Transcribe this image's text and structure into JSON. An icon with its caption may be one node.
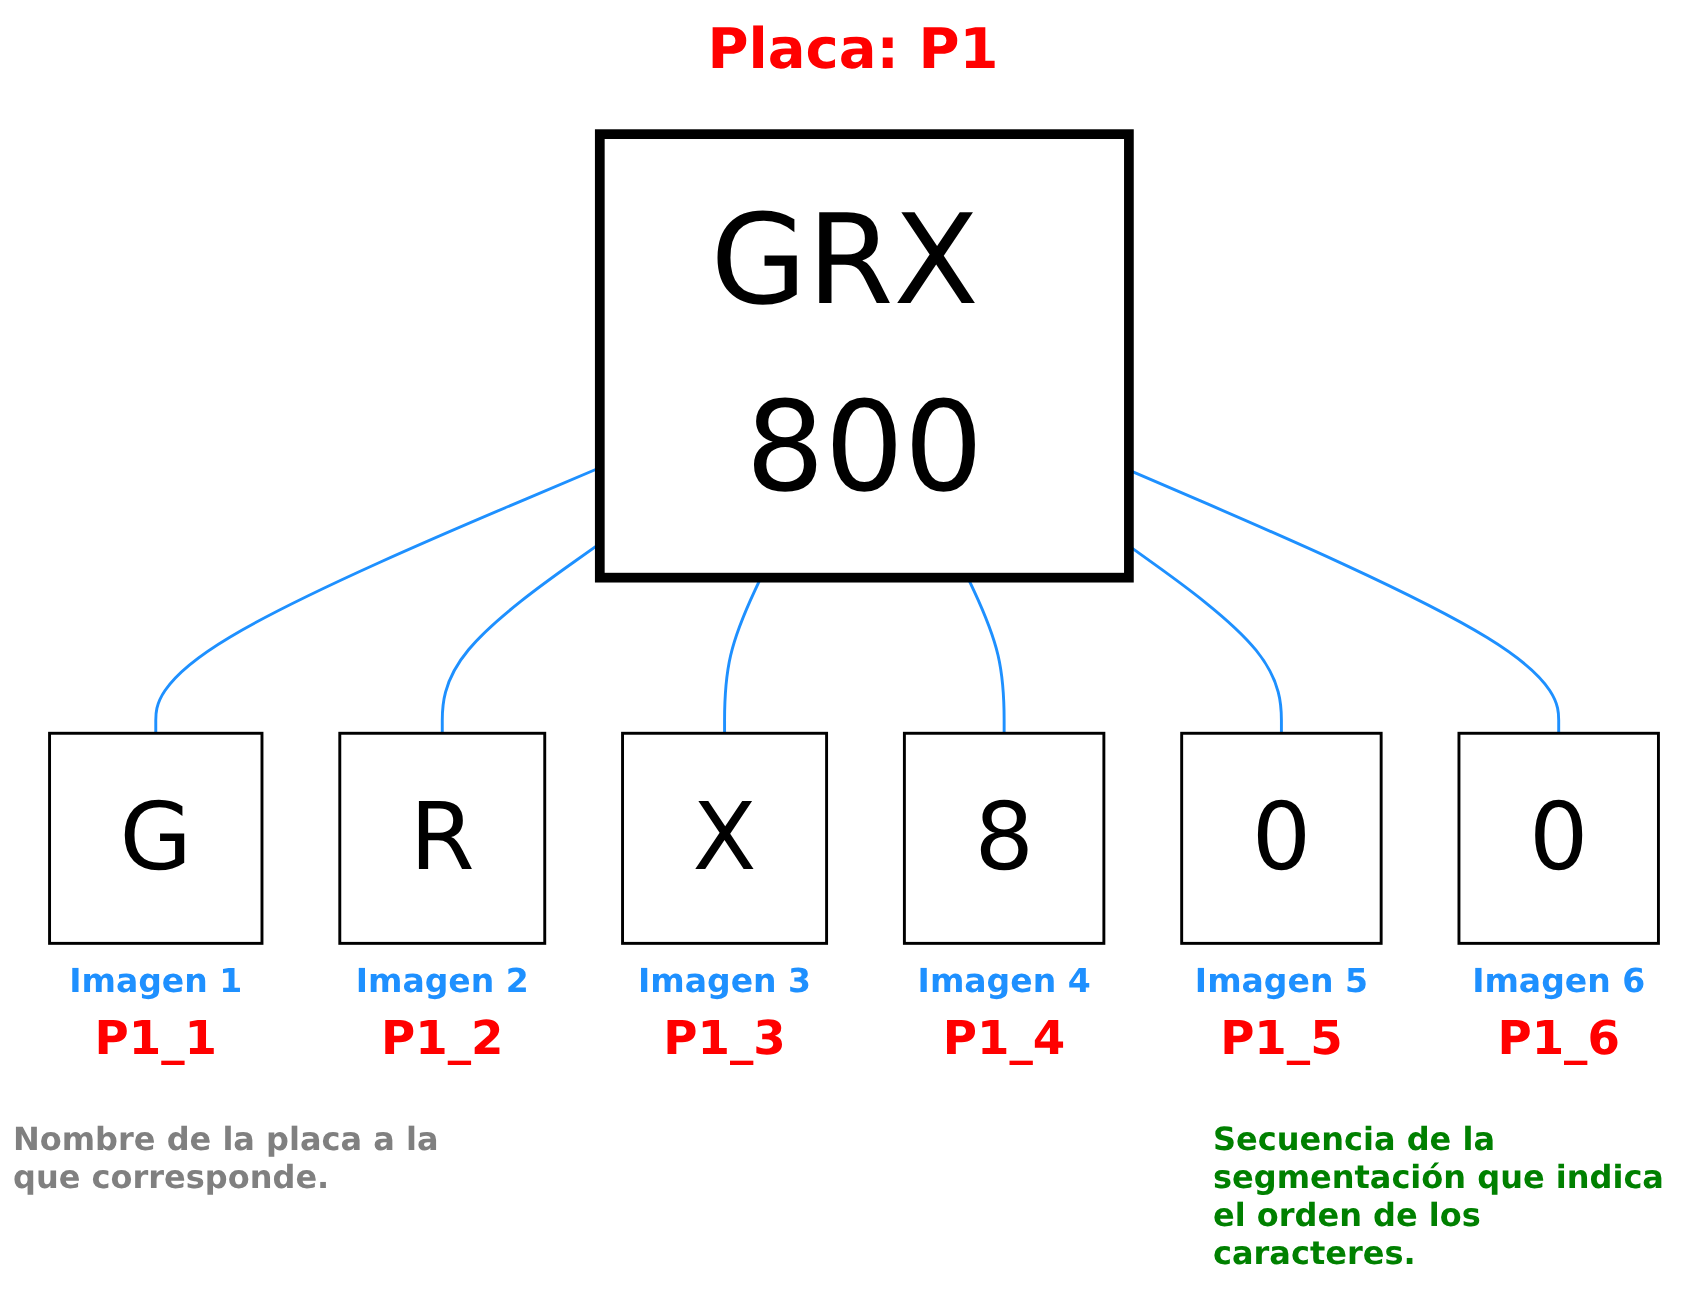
{
  "diagram": {
    "title": "Placa: P1",
    "nodes": [
      {
        "text": [
          "GRX 800"
        ]
      },
      {
        "text": [
          "G"
        ],
        "beside": [
          "Imagen 1",
          "P1_1"
        ]
      },
      {
        "text": [
          "R"
        ],
        "beside": [
          "Imagen 2",
          "P1_2"
        ]
      },
      {
        "text": [
          "X"
        ],
        "beside": [
          "Imagen 3",
          "P1_3"
        ]
      },
      {
        "text": [
          "8"
        ],
        "beside": [
          "Imagen 4",
          "P1_4"
        ]
      },
      {
        "text": [
          "0"
        ],
        "beside": [
          "Imagen 5",
          "P1_5"
        ]
      },
      {
        "text": [
          "0"
        ],
        "beside": [
          "Imagen 6",
          "P1_6"
        ]
      }
    ],
    "edges": [
      {
        "from": 0,
        "to": 1,
        "arrow": "none"
      },
      {
        "from": 0,
        "to": 2,
        "arrow": "none"
      },
      {
        "from": 0,
        "to": 3,
        "arrow": "none"
      },
      {
        "from": 0,
        "to": 4,
        "arrow": "none"
      },
      {
        "from": 0,
        "to": 5,
        "arrow": "none"
      },
      {
        "from": 0,
        "to": 6,
        "arrow": "none"
      }
    ],
    "labels": [
      "Nombre de la placa a la que corresponde.",
      "Secuencia de la segmentación que indica el orden de los caracteres."
    ]
  }
}
